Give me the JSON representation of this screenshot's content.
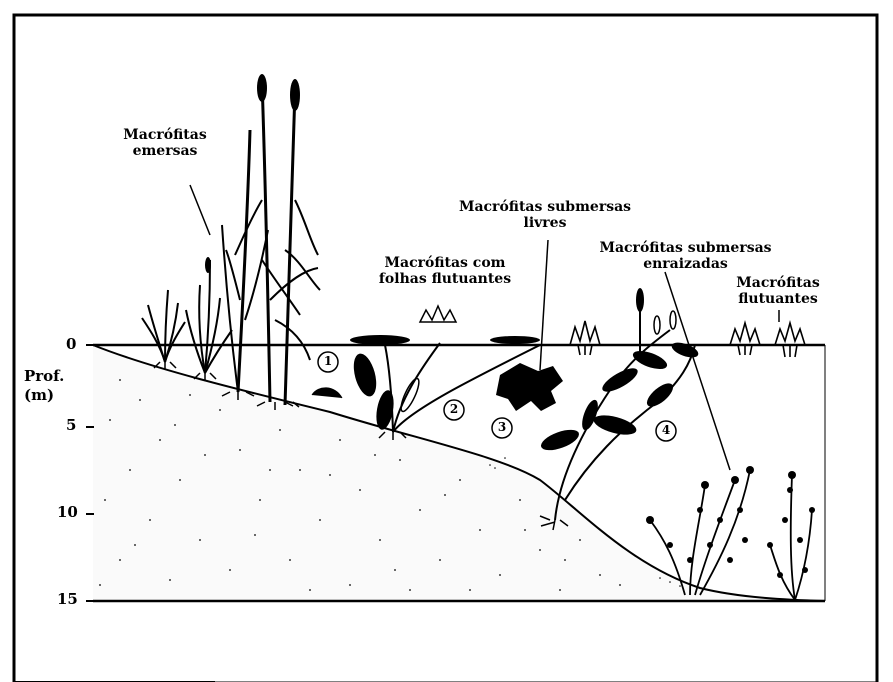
{
  "labels": {
    "emersas": [
      "Macrófitas",
      "emersas"
    ],
    "folhas": [
      "Macrófitas com",
      "folhas flutuantes"
    ],
    "submersas_livres": [
      "Macrófitas submersas",
      "livres"
    ],
    "submersas_enraizadas": [
      "Macrófitas submersas",
      "enraizadas"
    ],
    "flutuantes": [
      "Macrófitas",
      "flutuantes"
    ]
  },
  "axis": {
    "title_line1": "Prof.",
    "title_line2": "(m)",
    "ticks": [
      "0",
      "5",
      "10",
      "15"
    ]
  },
  "markers": [
    "1",
    "2",
    "3",
    "4"
  ]
}
